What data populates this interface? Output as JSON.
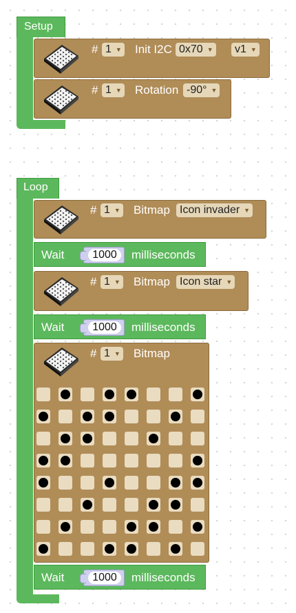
{
  "setup": {
    "label": "Setup",
    "blocks": [
      {
        "hash": "#",
        "num": "1",
        "label": "Init I2C",
        "opt1": "0x70",
        "opt2": "v1"
      },
      {
        "hash": "#",
        "num": "1",
        "label": "Rotation",
        "opt1": "-90°"
      }
    ]
  },
  "loop": {
    "label": "Loop",
    "bitmap1": {
      "hash": "#",
      "num": "1",
      "label": "Bitmap",
      "option": "Icon invader"
    },
    "wait1": {
      "label": "Wait",
      "value": "1000",
      "unit": "milliseconds"
    },
    "bitmap2": {
      "hash": "#",
      "num": "1",
      "label": "Bitmap",
      "option": "Icon star"
    },
    "wait2": {
      "label": "Wait",
      "value": "1000",
      "unit": "milliseconds"
    },
    "bitmap3": {
      "hash": "#",
      "num": "1",
      "label": "Bitmap",
      "grid": [
        [
          0,
          1,
          0,
          1,
          1,
          0,
          0,
          1
        ],
        [
          1,
          0,
          1,
          1,
          0,
          0,
          1,
          0
        ],
        [
          0,
          1,
          1,
          0,
          0,
          1,
          0,
          0
        ],
        [
          1,
          1,
          0,
          0,
          0,
          0,
          0,
          1
        ],
        [
          1,
          0,
          0,
          1,
          0,
          0,
          1,
          1
        ],
        [
          0,
          0,
          1,
          0,
          0,
          1,
          1,
          0
        ],
        [
          0,
          1,
          0,
          0,
          1,
          1,
          0,
          1
        ],
        [
          1,
          0,
          0,
          1,
          1,
          0,
          1,
          0
        ]
      ]
    },
    "wait3": {
      "label": "Wait",
      "value": "1000",
      "unit": "milliseconds"
    }
  },
  "icon": "led-matrix-icon"
}
